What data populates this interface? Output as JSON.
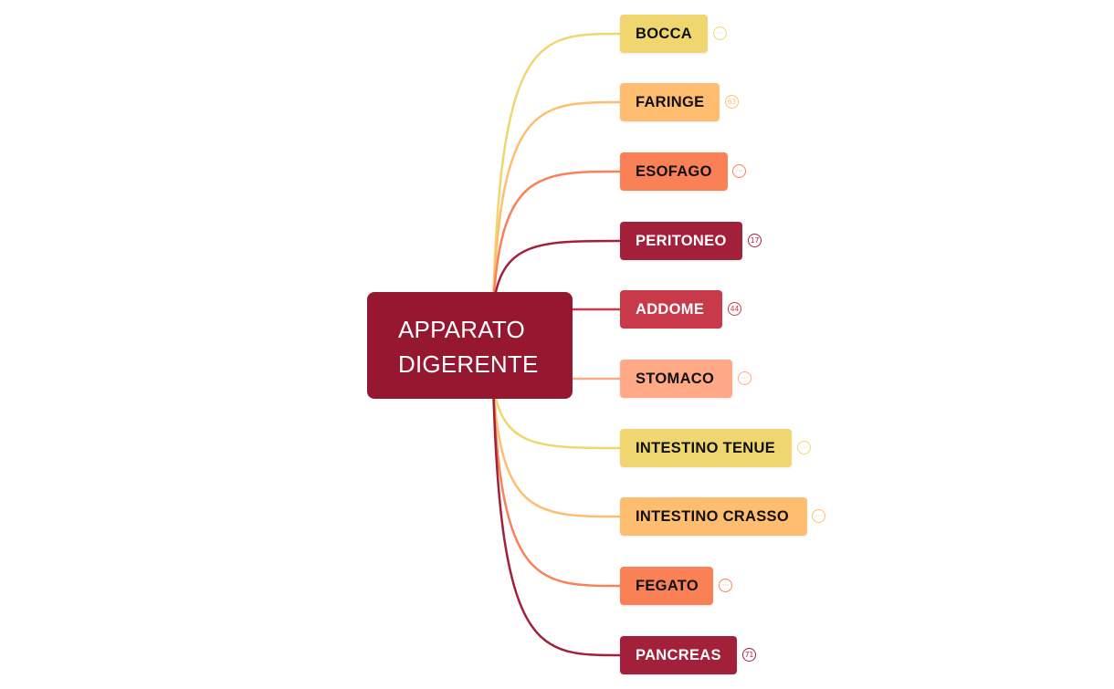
{
  "central_topic": {
    "line1": "APPARATO",
    "line2": "DIGERENTE",
    "color": "#961830"
  },
  "topics": [
    {
      "label": "BOCCA",
      "badge": "···",
      "color": "#F0D66E",
      "text_color": "#111111"
    },
    {
      "label": "FARINGE",
      "badge": "63",
      "color": "#FFBE6F",
      "text_color": "#111111"
    },
    {
      "label": "ESOFAGO",
      "badge": "···",
      "color": "#FA8155",
      "text_color": "#111111"
    },
    {
      "label": "PERITONEO",
      "badge": "17",
      "color": "#A3203A",
      "text_color": "#ffffff"
    },
    {
      "label": "ADDOME",
      "badge": "44",
      "color": "#C83A4A",
      "text_color": "#ffffff"
    },
    {
      "label": "STOMACO",
      "badge": "···",
      "color": "#FFA987",
      "text_color": "#111111"
    },
    {
      "label": "INTESTINO TENUE",
      "badge": "···",
      "color": "#F0D66E",
      "text_color": "#111111"
    },
    {
      "label": "INTESTINO CRASSO",
      "badge": "···",
      "color": "#FFBE6F",
      "text_color": "#111111"
    },
    {
      "label": "FEGATO",
      "badge": "···",
      "color": "#FA8155",
      "text_color": "#111111"
    },
    {
      "label": "PANCREAS",
      "badge": "71",
      "color": "#A3203A",
      "text_color": "#ffffff"
    }
  ]
}
